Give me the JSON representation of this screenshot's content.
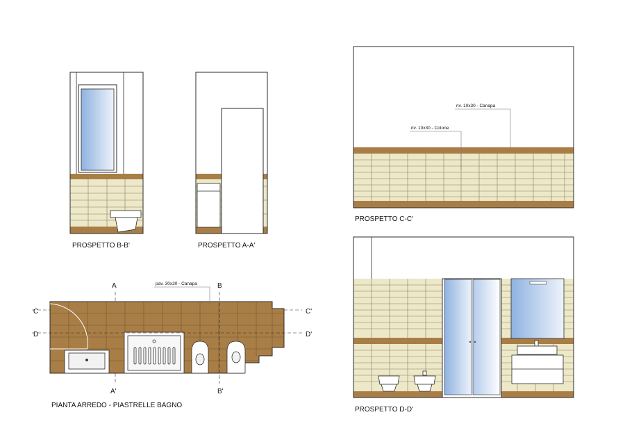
{
  "drawings": {
    "elevation_bb": {
      "title": "PROSPETTO B-B'"
    },
    "elevation_aa": {
      "title": "PROSPETTO A-A'"
    },
    "elevation_cc": {
      "title": "PROSPETTO C-C'",
      "note_canapa": "riv. 10x30 - Canapa",
      "note_cotone": "riv. 10x30 - Cotone"
    },
    "elevation_dd": {
      "title": "PROSPETTO D-D'"
    },
    "plan": {
      "title": "PIANTA ARREDO - PIASTRELLE BAGNO",
      "floor_note": "pav. 30x30 - Canapa",
      "marks": {
        "a": "A",
        "a_prime": "A'",
        "b": "B",
        "b_prime": "B'",
        "c": "C",
        "c_prime": "C'",
        "d": "D",
        "d_prime": "D'"
      }
    }
  },
  "colors": {
    "tile_brown": "#a97e46",
    "tile_beige": "#ece8c8",
    "glass_blue": "#8fb2e0",
    "line": "#2b2b2b",
    "background": "#ffffff"
  }
}
